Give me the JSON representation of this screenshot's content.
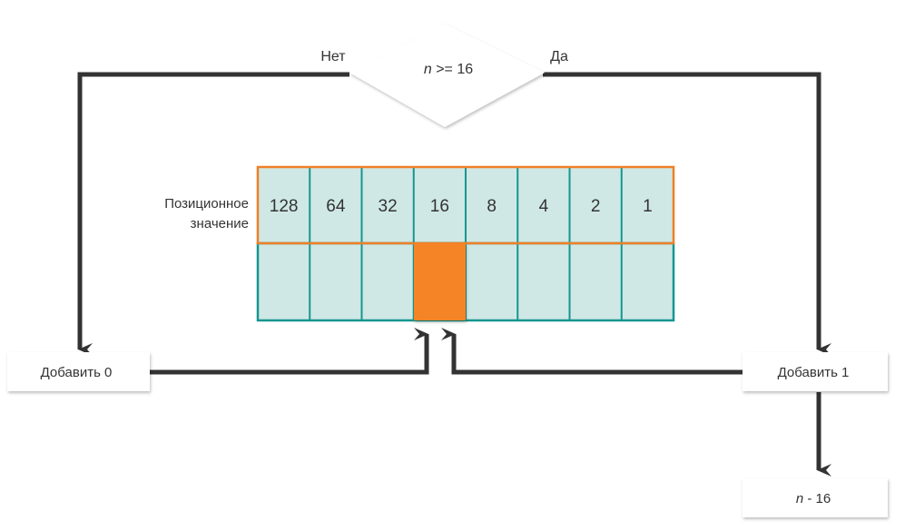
{
  "decision": {
    "var": "n",
    "rest": " >= 16"
  },
  "branch_no": "Нет",
  "branch_yes": "Да",
  "row_label": {
    "line1": "Позиционное",
    "line2": "значение"
  },
  "place_values": [
    "128",
    "64",
    "32",
    "16",
    "8",
    "4",
    "2",
    "1"
  ],
  "highlighted_index": 3,
  "add_zero": "Добавить 0",
  "add_one": "Добавить 1",
  "result": {
    "var": "n",
    "rest": " - 16"
  },
  "colors": {
    "cell_fill": "#cfe8e5",
    "cell_border": "#15968f",
    "header_border": "#f07f28",
    "highlight": "#f58426",
    "arrow": "#333333"
  }
}
